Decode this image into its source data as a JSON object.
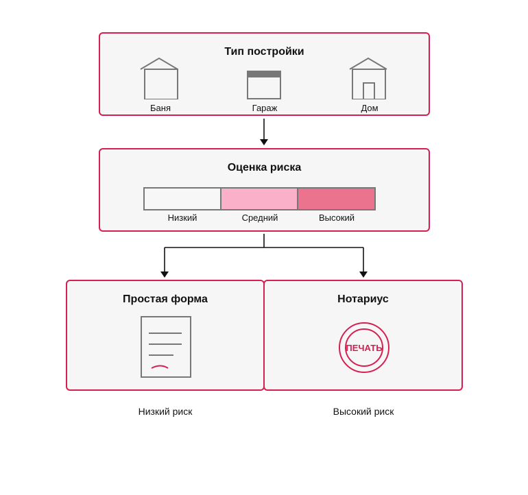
{
  "building_type": {
    "title": "Тип постройки",
    "items": [
      {
        "label": "Баня",
        "icon": "bathhouse-icon"
      },
      {
        "label": "Гараж",
        "icon": "garage-icon"
      },
      {
        "label": "Дом",
        "icon": "house-icon"
      }
    ]
  },
  "risk_assessment": {
    "title": "Оценка риска",
    "levels": [
      {
        "label": "Низкий",
        "color": "#f7f7f7"
      },
      {
        "label": "Средний",
        "color": "#fbb0c9"
      },
      {
        "label": "Высокий",
        "color": "#ec738e"
      }
    ]
  },
  "outcomes": [
    {
      "title": "Простая форма",
      "caption": "Низкий риск",
      "icon": "document-icon"
    },
    {
      "title": "Нотариус",
      "caption": "Высокий риск",
      "icon": "stamp-icon",
      "stamp_text": "ПЕЧАТЬ"
    }
  ],
  "colors": {
    "accent": "#d61f4f",
    "box_fill": "#f6f6f6",
    "icon_stroke": "#777777",
    "arrow": "#111111"
  }
}
